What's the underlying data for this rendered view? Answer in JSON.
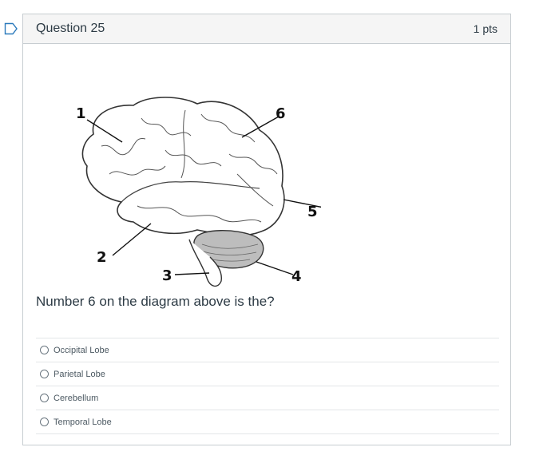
{
  "question": {
    "title": "Question 25",
    "points": "1 pts",
    "prompt": "Number 6 on the diagram above is the?"
  },
  "diagram": {
    "labels": [
      "1",
      "2",
      "3",
      "4",
      "5",
      "6"
    ]
  },
  "answers": [
    {
      "label": "Occipital Lobe"
    },
    {
      "label": "Parietal Lobe"
    },
    {
      "label": "Cerebellum"
    },
    {
      "label": "Temporal Lobe"
    }
  ],
  "colors": {
    "flag": "#2b7abc",
    "border": "#c7cdd1",
    "header_bg": "#f5f5f5",
    "text": "#2d3b45"
  }
}
